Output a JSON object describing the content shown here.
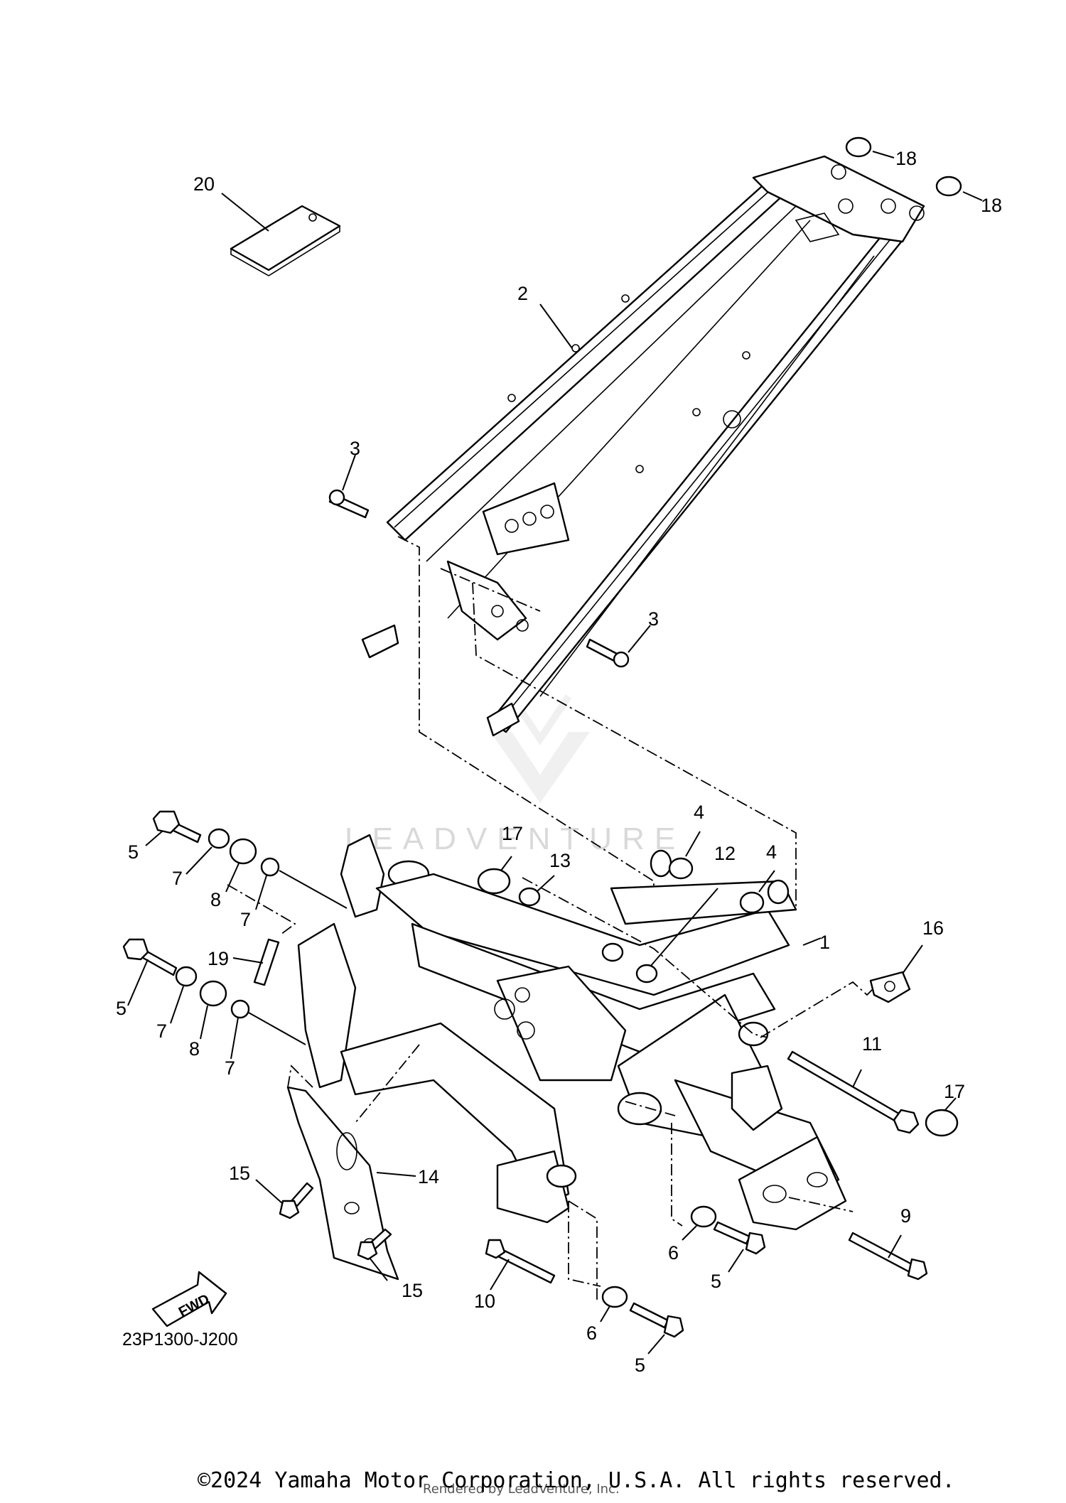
{
  "diagram": {
    "callouts": [
      "20",
      "18",
      "18",
      "2",
      "3",
      "3",
      "4",
      "4",
      "17",
      "13",
      "12",
      "16",
      "1",
      "5",
      "7",
      "8",
      "7",
      "19",
      "5",
      "7",
      "8",
      "7",
      "11",
      "17",
      "15",
      "14",
      "15",
      "10",
      "6",
      "5",
      "9",
      "6",
      "5"
    ],
    "diagram_code": "23P1300-J200",
    "fwd_label": "FWD",
    "watermark": "LEADVENTURE",
    "render_credit": "Rendered by LeadVenture, Inc."
  },
  "footer": {
    "copyright": "©2024 Yamaha Motor Corporation, U.S.A. All rights reserved."
  }
}
